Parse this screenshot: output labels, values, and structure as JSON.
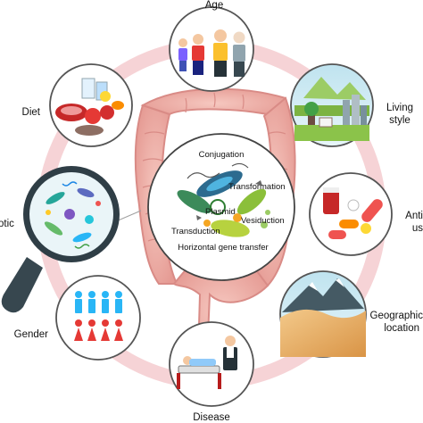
{
  "factors": {
    "age": "Age",
    "diet": "Diet",
    "living_style": [
      "Living",
      "style"
    ],
    "antibiotic_use": [
      "Anti",
      "us"
    ],
    "geographic_location": [
      "Geographic",
      "location"
    ],
    "disease": "Disease",
    "gender": "Gender",
    "probiotic": "otic"
  },
  "hgt": {
    "conjugation": "Conjugation",
    "transformation": "Transformation",
    "plasmid": "Plasmid",
    "vesiduction": "Vesiduction",
    "transduction": "Transduction",
    "title": "Horizontal gene transfer"
  }
}
